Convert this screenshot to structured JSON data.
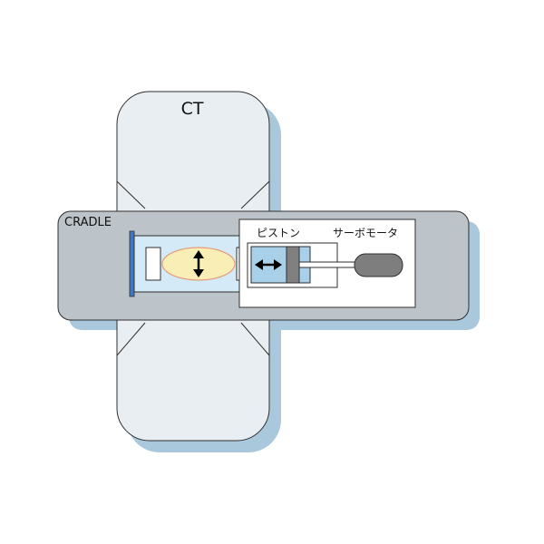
{
  "labels": {
    "ct": "CT",
    "cradle": "CRADLE",
    "piston": "ピストン",
    "servo_motor": "サーボモータ"
  },
  "colors": {
    "shadow": "#a9c8dc",
    "gantry_fill": "#e9eef3",
    "cradle_fill": "#bcc3c9",
    "tube_fill": "#d4ebf7",
    "phantom_fill": "#f9efb6",
    "phantom_stroke": "#e69a7a",
    "cylinder_fill": "#a8d0e8",
    "piston_fill": "#808080",
    "motor_fill": "#7e7e7e",
    "plate_fill": "#3f77c2",
    "stroke": "#2f2f2f"
  },
  "icons": {
    "vertical_motion": "double-arrow-vertical-icon",
    "horizontal_motion": "double-arrow-horizontal-icon"
  }
}
